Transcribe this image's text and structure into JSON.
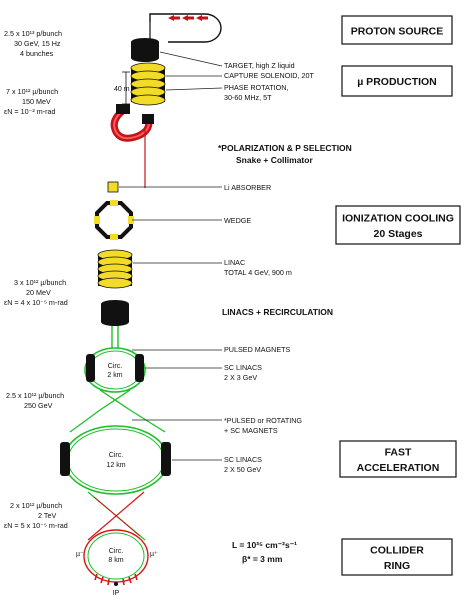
{
  "boxes": {
    "proton_source": "PROTON SOURCE",
    "mu_production": "µ PRODUCTION",
    "ionization_cooling": [
      "IONIZATION COOLING",
      "20 Stages"
    ],
    "fast_acceleration": [
      "FAST",
      "ACCELERATION"
    ],
    "collider_ring": [
      "COLLIDER",
      "RING"
    ]
  },
  "middle_labels": {
    "polarization": [
      "*POLARIZATION & P SELECTION",
      "Snake + Collimator"
    ],
    "linacs_recirculation": "LINACS + RECIRCULATION"
  },
  "component_labels": {
    "target": "TARGET, high Z liquid",
    "capture_solenoid": "CAPTURE SOLENOID, 20T",
    "phase_rotation": [
      "PHASE ROTATION,",
      "30-60 MHz, 5T"
    ],
    "li_absorber": "Li ABSORBER",
    "wedge": "WEDGE",
    "linac": [
      "LINAC",
      "TOTAL 4 GeV, 900 m"
    ],
    "pulsed_magnets": "PULSED MAGNETS",
    "sc_linacs_1": [
      "SC LINACS",
      "2 X 3 GeV"
    ],
    "pulsed_rotating": [
      "*PULSED or ROTATING",
      "+ SC MAGNETS"
    ],
    "sc_linacs_2": [
      "SC LINACS",
      "2 X 50 GeV"
    ]
  },
  "beam_params": {
    "p1": [
      "2.5 x 10¹³ p/bunch",
      "30 GeV, 15 Hz",
      "4 bunches"
    ],
    "p2": [
      "7 x 10¹² µ/bunch",
      "150 MeV",
      "εN = 10⁻² m-rad"
    ],
    "p3": [
      "3 x 10¹² µ/bunch",
      "20 MeV",
      "εN = 4 x 10⁻⁵ m-rad"
    ],
    "p4": [
      "2.5 x 10¹² µ/bunch",
      "250 GeV"
    ],
    "p5": [
      "2 x 10¹² µ/bunch",
      "2 TeV",
      "εN = 5 x 10⁻⁵ m-rad"
    ]
  },
  "ring_labels": {
    "circ_2": [
      "Circ.",
      "2 km"
    ],
    "circ_12": [
      "Circ.",
      "12 km"
    ],
    "circ_8": [
      "Circ.",
      "8 km"
    ],
    "dim_40m": "40 m",
    "mu_minus": "µ⁻",
    "mu_plus": "µ⁺",
    "ip": "IP"
  },
  "collider_params": [
    "L = 10³⁵ cm⁻²s⁻¹",
    "β* = 3 mm"
  ],
  "colors": {
    "green_beam": "#1fbf2a",
    "red_beam": "#d81414",
    "red_arrow": "#c0141a",
    "yellow": "#f3dc28",
    "black": "#111111"
  }
}
